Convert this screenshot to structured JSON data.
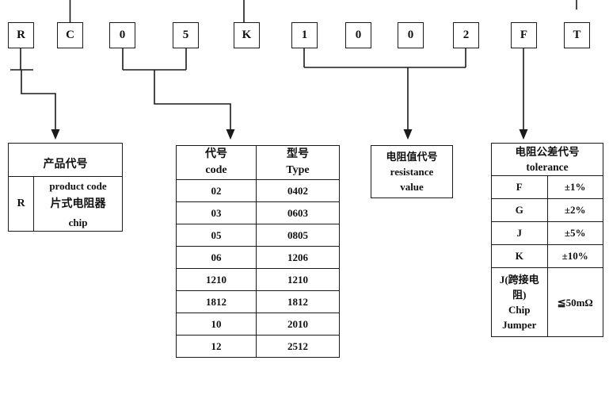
{
  "part_number_boxes": [
    "R",
    "C",
    "0",
    "5",
    "K",
    "1",
    "0",
    "0",
    "2",
    "F",
    "T"
  ],
  "product_code_table": {
    "header_cn": "产品代号",
    "header_en": "product code",
    "row": {
      "code": "R",
      "name_cn": "片式电阻器",
      "name_en": "chip"
    }
  },
  "size_table": {
    "col1_cn": "代号",
    "col1_en": "code",
    "col2_cn": "型号",
    "col2_en": "Type",
    "rows": [
      {
        "code": "02",
        "type": "0402"
      },
      {
        "code": "03",
        "type": "0603"
      },
      {
        "code": "05",
        "type": "0805"
      },
      {
        "code": "06",
        "type": "1206"
      },
      {
        "code": "1210",
        "type": "1210"
      },
      {
        "code": "1812",
        "type": "1812"
      },
      {
        "code": "10",
        "type": "2010"
      },
      {
        "code": "12",
        "type": "2512"
      }
    ]
  },
  "resistance_box": {
    "line1": "电阻值代号",
    "line2": "resistance",
    "line3": "value"
  },
  "tolerance_table": {
    "header_cn": "电阻公差代号",
    "header_en": "tolerance",
    "rows": [
      {
        "code": "F",
        "value": "±1%"
      },
      {
        "code": "G",
        "value": "±2%"
      },
      {
        "code": "J",
        "value": "±5%"
      },
      {
        "code": "K",
        "value": "±10%"
      }
    ],
    "jumper_row": {
      "code_cn": "J(跨接电阻)",
      "code_en1": "Chip",
      "code_en2": "Jumper",
      "value": "≦50mΩ"
    }
  },
  "colors": {
    "line": "#1a1a1a",
    "background": "#ffffff"
  }
}
